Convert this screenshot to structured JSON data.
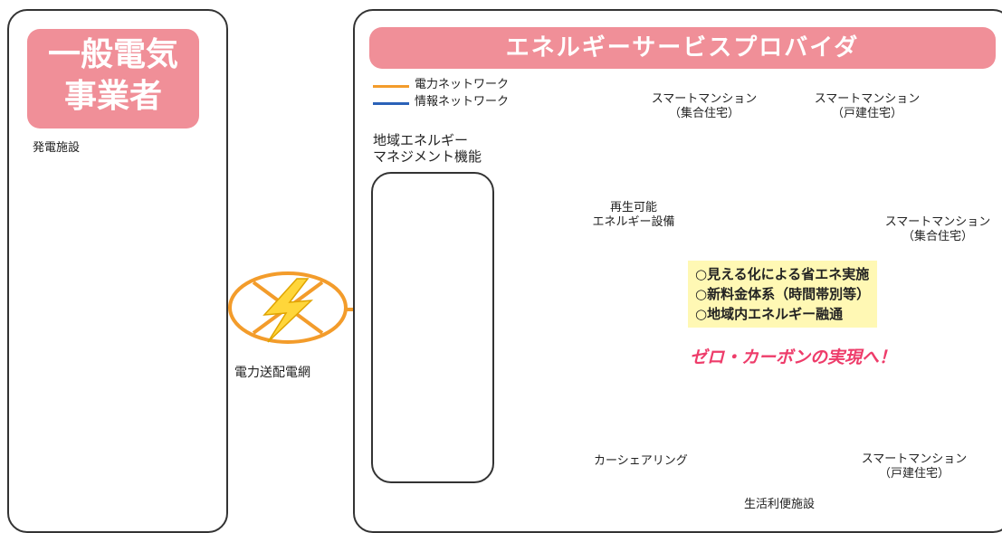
{
  "left_panel": {
    "title_line1": "一般電気",
    "title_line2": "事業者",
    "generation_label": "発電施設"
  },
  "grid_label": "電力送配電網",
  "right_panel": {
    "title": "エネルギーサービスプロバイダ",
    "legend": {
      "power": "電力ネットワーク",
      "info": "情報ネットワーク"
    },
    "management_line1": "地域エネルギー",
    "management_line2": "マネジメント機能",
    "renewable_line1": "再生可能",
    "renewable_line2": "エネルギー設備",
    "mansion_collective_1_line1": "スマートマンション",
    "mansion_collective_1_line2": "（集合住宅）",
    "mansion_detached_1_line1": "スマートマンション",
    "mansion_detached_1_line2": "（戸建住宅）",
    "mansion_collective_2_line1": "スマートマンション",
    "mansion_collective_2_line2": "（集合住宅）",
    "mansion_detached_2_line1": "スマートマンション",
    "mansion_detached_2_line2": "（戸建住宅）",
    "carshare": "カーシェアリング",
    "facility": "生活利便施設",
    "bullets": [
      "○見える化による省エネ実施",
      "○新料金体系（時間帯別等）",
      "○地域内エネルギー融通"
    ],
    "slogan": "ゼロ・カーボンの実現へ！"
  },
  "colors": {
    "power_line": "#f39c2b",
    "info_line": "#2b62b8",
    "title_box": "#f08f98",
    "note_box": "#fff8b4",
    "slogan": "#ee3c6a"
  }
}
